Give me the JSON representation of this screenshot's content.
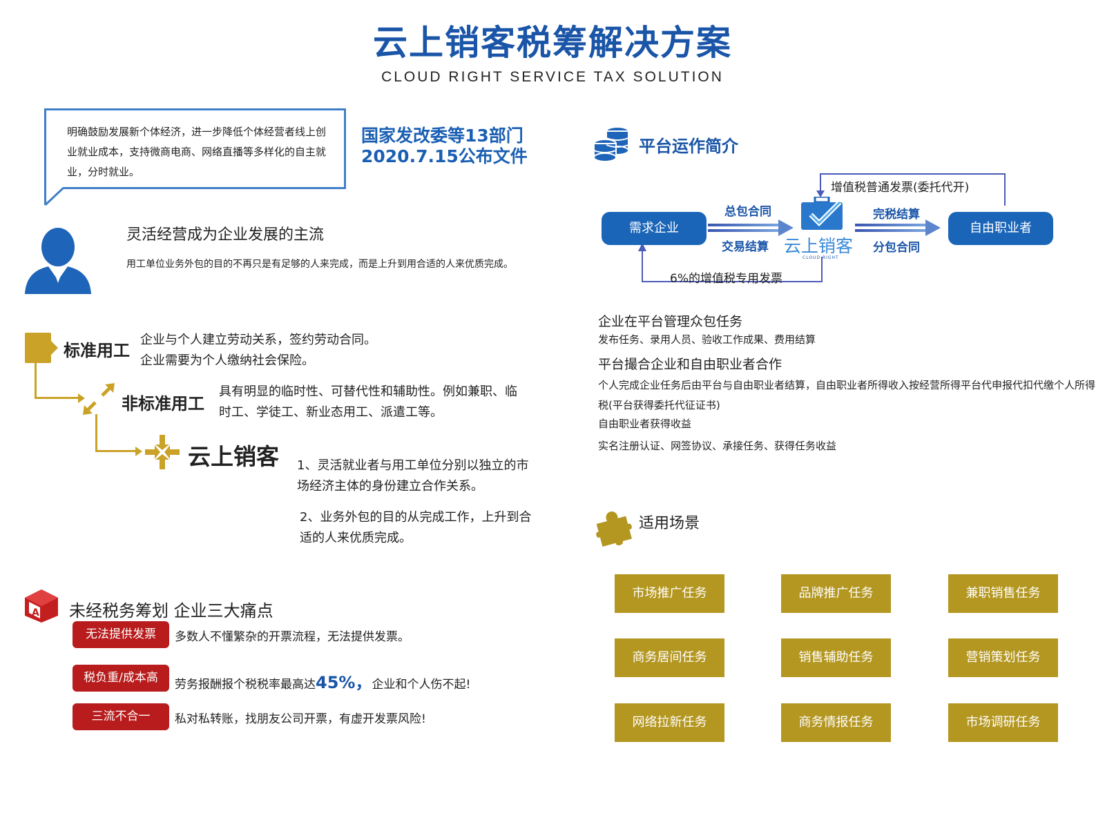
{
  "header": {
    "title": "云上销客税筹解决方案",
    "subtitle": "CLOUD RIGHT SERVICE TAX SOLUTION"
  },
  "policy": {
    "text": "明确鼓励发展新个体经济，进一步降低个体经营者线上创业就业成本，支持微商电商、网络直播等多样化的自主就业，分时就业。",
    "source_line1": "国家发改委等13部门",
    "source_line2": "2020.7.15公布文件"
  },
  "flexible": {
    "title": "灵活经营成为企业发展的主流",
    "desc": "用工单位业务外包的目的不再只是有足够的人来完成，而是上升到用合适的人来优质完成。"
  },
  "employment": {
    "standard_label": "标准用工",
    "standard_desc_1": "企业与个人建立劳动关系，签约劳动合同。",
    "standard_desc_2": "企业需要为个人缴纳社会保险。",
    "nonstandard_label": "非标准用工",
    "nonstandard_desc": "具有明显的临时性、可替代性和辅助性。例如兼职、临时工、学徒工、新业态用工、派遣工等。",
    "yun_label": "云上销客",
    "point_1": "1、灵活就业者与用工单位分别以独立的市场经济主体的身份建立合作关系。",
    "point_2": "2、业务外包的目的从完成工作，上升到合适的人来优质完成。"
  },
  "pain": {
    "title": "未经税务筹划 企业三大痛点",
    "items": [
      {
        "tag": "无法提供发票",
        "desc": "多数人不懂繁杂的开票流程，无法提供发票。"
      },
      {
        "tag": "税负重/成本高",
        "desc_pre": "劳务报酬报个税税率最高达",
        "desc_highlight": "45%，",
        "desc_post": "企业和个人伤不起!"
      },
      {
        "tag": "三流不合一",
        "desc": "私对私转账，找朋友公司开票，有虚开发票风险!"
      }
    ]
  },
  "platform": {
    "title": "平台运作简介",
    "demand": "需求企业",
    "freelancer": "自由职业者",
    "total_contract": "总包合同",
    "trade_settle": "交易结算",
    "tax_settle": "完税结算",
    "sub_contract": "分包合同",
    "invoice_top": "增值税普通发票(委托代开)",
    "invoice_bottom": "6%的增值税专用发票",
    "brand": "云上销客",
    "brand_sub": "CLOUD RIGHT"
  },
  "info": {
    "title_1": "企业在平台管理众包任务",
    "desc_1": "发布任务、录用人员、验收工作成果、费用结算",
    "title_2": "平台撮合企业和自由职业者合作",
    "desc_2": "个人完成企业任务后由平台与自由职业者结算，自由职业者所得收入按经营所得平台代申报代扣代缴个人所得税(平台获得委托代征证书)",
    "line_3": "自由职业者获得收益",
    "line_4": "实名注册认证、网签协议、承接任务、获得任务收益"
  },
  "scenarios": {
    "title": "适用场景",
    "items": [
      "市场推广任务",
      "品牌推广任务",
      "兼职销售任务",
      "商务居间任务",
      "销售辅助任务",
      "营销策划任务",
      "网络拉新任务",
      "商务情报任务",
      "市场调研任务"
    ]
  },
  "colors": {
    "blue": "#1a55a8",
    "gold": "#c9a227",
    "red": "#b81c1c",
    "scenario_gold": "#b49721"
  }
}
